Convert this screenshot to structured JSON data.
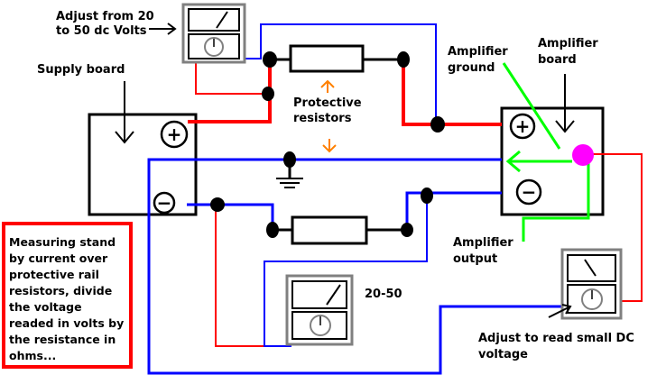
{
  "labels": {
    "adjust_top_1": "Adjust from 20",
    "adjust_top_2": "to 50 dc Volts",
    "supply_board": "Supply board",
    "protective_1": "Protective",
    "protective_2": "resistors",
    "amp_ground_1": "Amplifier",
    "amp_ground_2": "ground",
    "amp_board_1": "Amplifier",
    "amp_board_2": "board",
    "amp_output_1": "Amplifier",
    "amp_output_2": "output",
    "range_20_50": "20-50",
    "adjust_small_1": "Adjust to read small DC",
    "adjust_small_2": "voltage"
  },
  "note_lines": [
    "Measuring stand",
    "by current over",
    "protective rail",
    "resistors, divide",
    "the voltage",
    "readed in volts by",
    "the resistance in",
    "ohms..."
  ],
  "signs": {
    "plus": "+",
    "minus": "−"
  },
  "colors": {
    "red": "#ff0000",
    "blue": "#0000ff",
    "green": "#00ff00",
    "black": "#000000",
    "orange": "#ff8000",
    "magenta": "#ff00ff",
    "meter_gray": "#808080"
  }
}
